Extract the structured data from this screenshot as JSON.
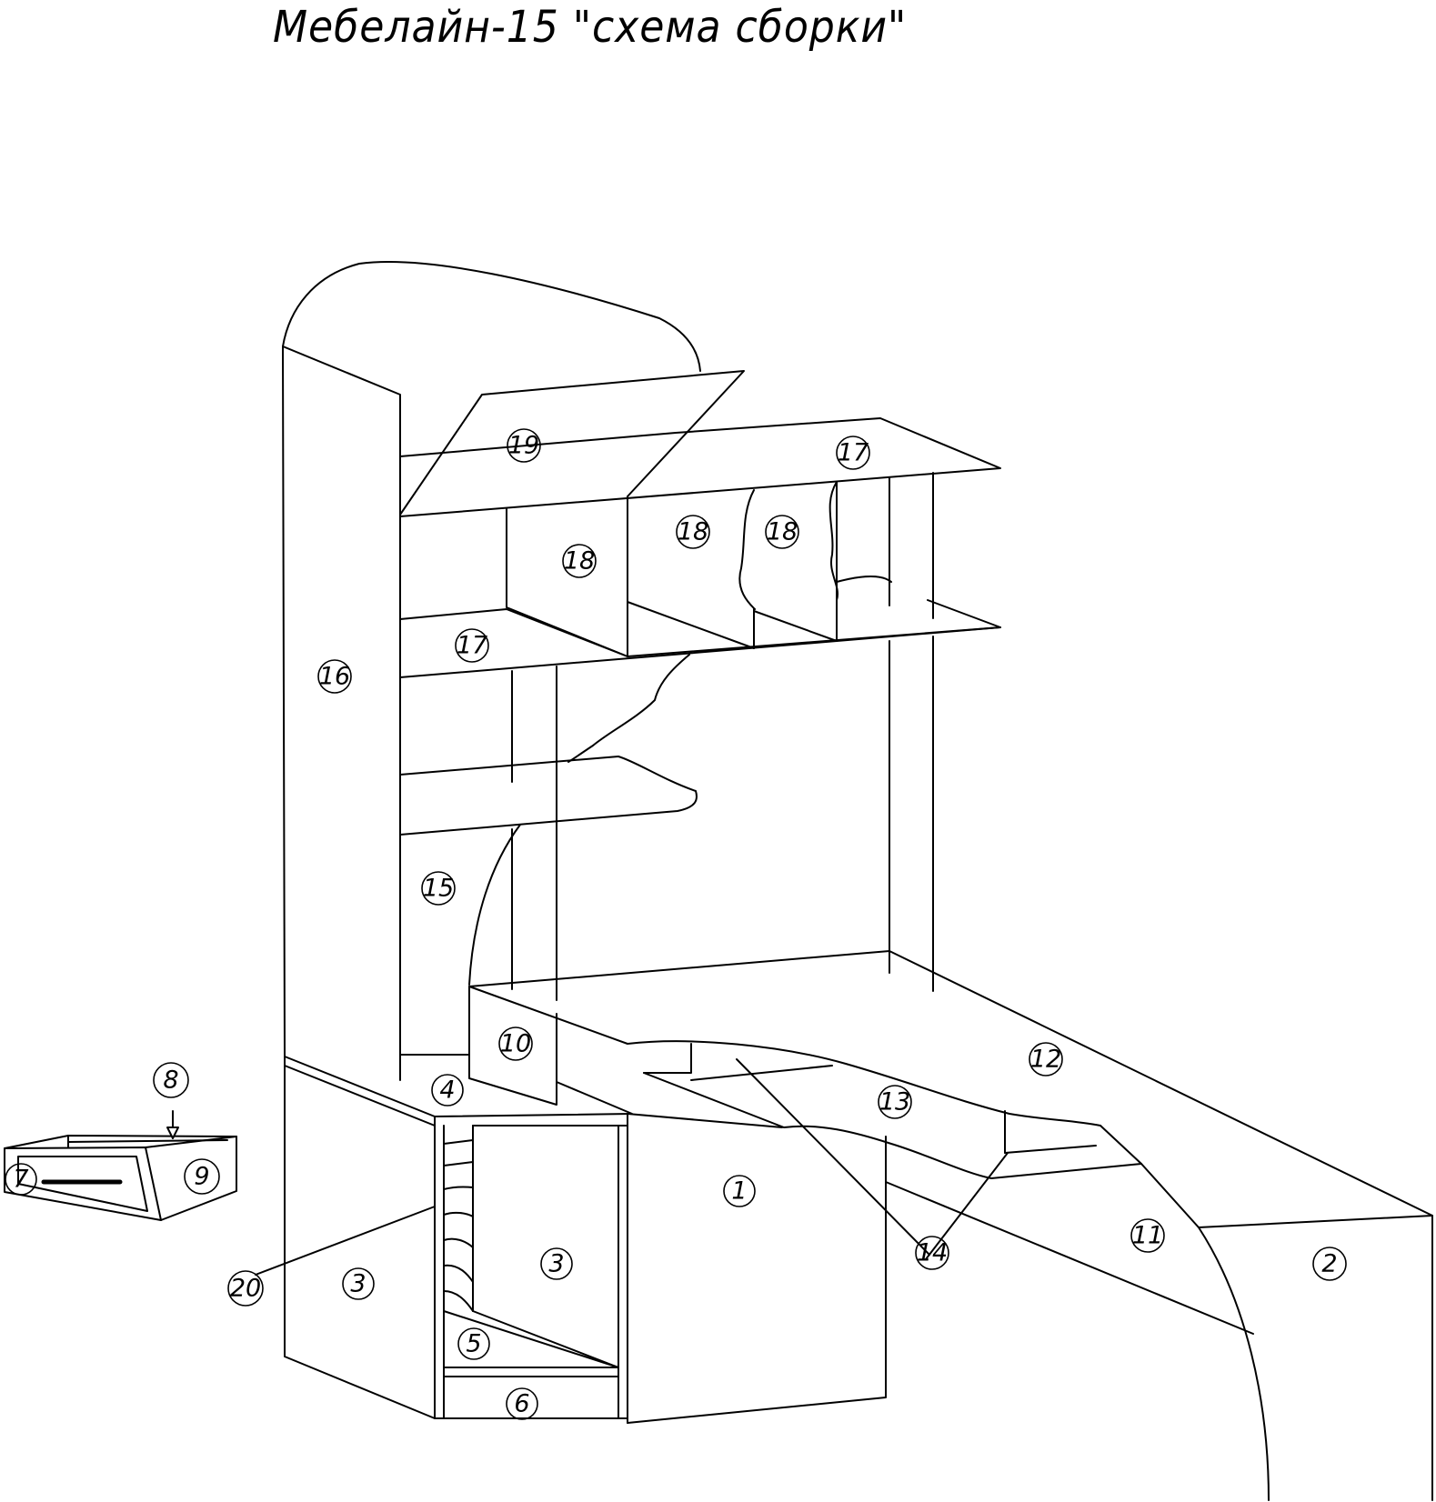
{
  "title": "Мебелайн-15 \"схема сборки\"",
  "labels": {
    "p1": "1",
    "p2": "2",
    "p3a": "3",
    "p3b": "3",
    "p4": "4",
    "p5": "5",
    "p6": "6",
    "p7": "7",
    "p8": "8",
    "p9": "9",
    "p10": "10",
    "p11": "11",
    "p12": "12",
    "p13": "13",
    "p14": "14",
    "p15": "15",
    "p16": "16",
    "p17a": "17",
    "p17b": "17",
    "p18a": "18",
    "p18b": "18",
    "p18c": "18",
    "p19": "19",
    "p20": "20"
  }
}
